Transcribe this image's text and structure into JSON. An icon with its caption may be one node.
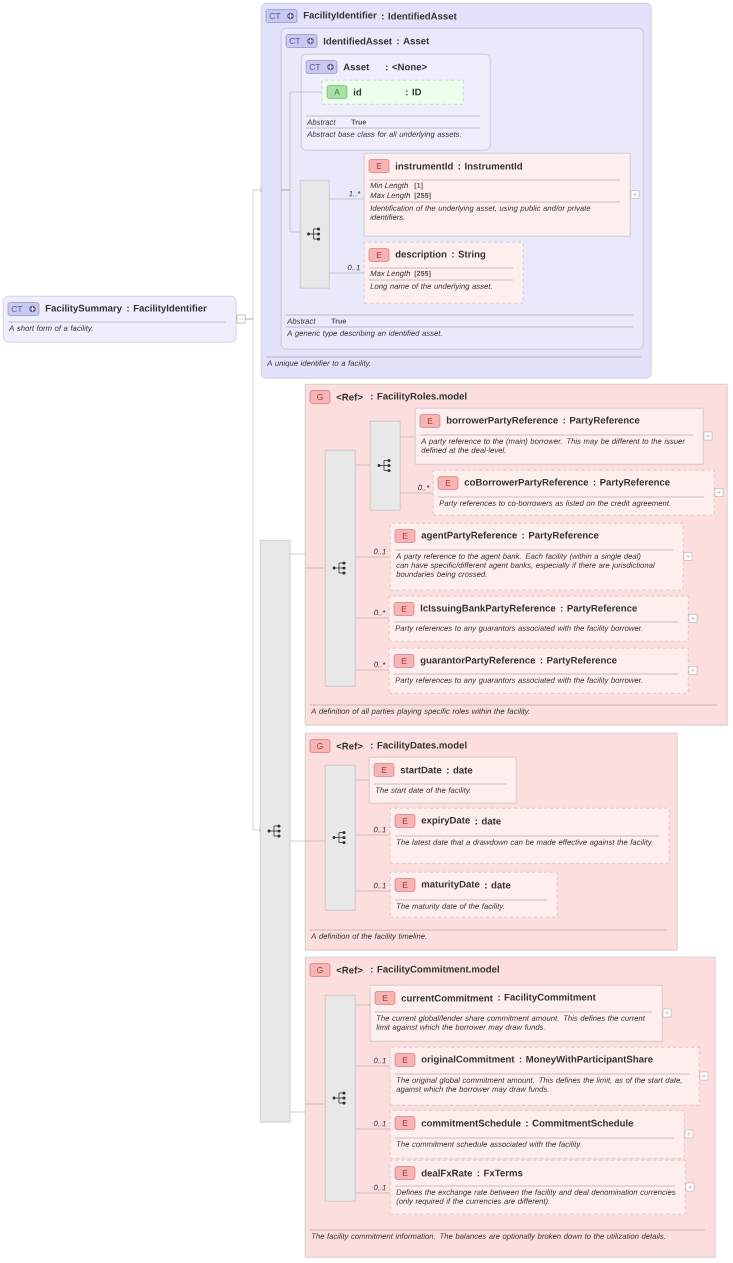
{
  "diagram": {
    "nodes": [
      {
        "text": [
          "CT",
          "FacilitySummary",
          ": FacilityIdentifier",
          "A short form of a facility."
        ]
      },
      {
        "text": [
          "CT",
          "FacilityIdentifier",
          ": IdentifiedAsset",
          "A unique identifier to a facility."
        ]
      },
      {
        "text": [
          "CT",
          "IdentifiedAsset",
          ": Asset",
          "Abstract",
          "True",
          "A generic type describing an identified asset."
        ],
        "in": 1
      },
      {
        "text": [
          "CT",
          "Asset",
          ": <None>",
          "Abstract",
          "True",
          "Abstract base class for all underlying assets."
        ],
        "in": 2
      },
      {
        "text": [
          "A",
          "id",
          ": ID"
        ],
        "in": 3
      },
      {
        "text": [],
        "shape": "box",
        "in": 2
      },
      {
        "text": [
          "E",
          "instrumentId",
          ": InstrumentId",
          "Min Length",
          "[1]",
          "Max Length",
          "[255]",
          "Identification of the underlying asset, using public and/or private identifiers."
        ],
        "in": 2
      },
      {
        "text": [
          "E",
          "description",
          ": String",
          "Max Length",
          "[255]",
          "Long name of the underlying asset."
        ],
        "in": 2
      },
      {
        "text": [],
        "shape": "box"
      },
      {
        "text": [
          "G",
          "<Ref>",
          ": FacilityRoles.model",
          "A definition of all parties playing specific roles within the facility."
        ]
      },
      {
        "text": [],
        "shape": "box",
        "in": 9
      },
      {
        "text": [],
        "shape": "box",
        "in": 9
      },
      {
        "text": [
          "E",
          "borrowerPartyReference",
          ": PartyReference",
          "A party reference to the (main) borrower. This may be different to the issuer defined at the deal-level."
        ],
        "in": 9
      },
      {
        "text": [
          "E",
          "coBorrowerPartyReference",
          ": PartyReference",
          "Party references to co-borrowers as listed on the credit agreement."
        ],
        "in": 9
      },
      {
        "text": [
          "E",
          "agentPartyReference",
          ": PartyReference",
          "A party reference to the agent bank. Each facility (within a single deal) can have specific/different agent banks, especially if there are jurisdictional boundaries being crossed."
        ],
        "in": 9
      },
      {
        "text": [
          "E",
          "lcIssuingBankPartyReference",
          ": PartyReference",
          "Party references to any guarantors associated with the facility borrower."
        ],
        "in": 9
      },
      {
        "text": [
          "E",
          "guarantorPartyReference",
          ": PartyReference",
          "Party references to any guarantors associated with the facility borrower."
        ],
        "in": 9
      },
      {
        "text": [
          "G",
          "<Ref>",
          ": FacilityDates.model",
          "A definition of the facility timeline."
        ]
      },
      {
        "text": [],
        "shape": "box",
        "in": 17
      },
      {
        "text": [
          "E",
          "startDate",
          ": date",
          "The start date of the facility."
        ],
        "in": 17
      },
      {
        "text": [
          "E",
          "expiryDate",
          ": date",
          "The latest date that a drawdown can be made effective against the facility."
        ],
        "in": 17
      },
      {
        "text": [
          "E",
          "maturityDate",
          ": date",
          "The maturity date of the facility."
        ],
        "in": 17
      },
      {
        "text": [
          "G",
          "<Ref>",
          ": FacilityCommitment.model",
          "The facility commitment information. The balances are optionally broken down to the utilization details."
        ]
      },
      {
        "text": [],
        "shape": "box",
        "in": 22
      },
      {
        "text": [
          "E",
          "currentCommitment",
          ": FacilityCommitment",
          "The current global/lender share commitment amount. This defines the current limit against which the borrower may draw funds."
        ],
        "in": 22
      },
      {
        "text": [
          "E",
          "originalCommitment",
          ": MoneyWithParticipantShare",
          "The original global commitment amount. This defines the limit, as of the start date, against which the borrower may draw funds."
        ],
        "in": 22
      },
      {
        "text": [
          "E",
          "commitmentSchedule",
          ": CommitmentSchedule",
          "The commitment schedule associated with the facility."
        ],
        "in": 22
      },
      {
        "text": [
          "E",
          "dealFxRate",
          ": FxTerms",
          "Defines the exchange rate between the facility and deal denomination currencies (only required if the currencies are different)."
        ],
        "in": 22
      }
    ],
    "edges": [
      {
        "from": 0,
        "to": 1,
        "arrow": "other"
      },
      {
        "from": 0,
        "to": 8,
        "arrow": "other"
      },
      {
        "from": 2,
        "to": 4,
        "arrow": "none"
      },
      {
        "from": 2,
        "to": 5,
        "arrow": "none"
      },
      {
        "from": 5,
        "to": 6,
        "arrow": "none",
        "label": "1..*"
      },
      {
        "from": 5,
        "to": 7,
        "arrow": "none",
        "label": "0..1"
      },
      {
        "from": 8,
        "to": 9,
        "arrow": "none"
      },
      {
        "from": 8,
        "to": 17,
        "arrow": "none"
      },
      {
        "from": 8,
        "to": 22,
        "arrow": "none"
      },
      {
        "from": 9,
        "to": 10,
        "arrow": "none"
      },
      {
        "from": 10,
        "to": 11,
        "arrow": "none"
      },
      {
        "from": 10,
        "to": 14,
        "arrow": "none",
        "label": "0..1"
      },
      {
        "from": 10,
        "to": 15,
        "arrow": "none",
        "label": "0..*"
      },
      {
        "from": 10,
        "to": 16,
        "arrow": "none",
        "label": "0..*"
      },
      {
        "from": 11,
        "to": 12,
        "arrow": "none"
      },
      {
        "from": 11,
        "to": 13,
        "arrow": "none",
        "label": "0..*"
      },
      {
        "from": 17,
        "to": 18,
        "arrow": "none"
      },
      {
        "from": 18,
        "to": 19,
        "arrow": "none"
      },
      {
        "from": 18,
        "to": 20,
        "arrow": "none",
        "label": "0..1"
      },
      {
        "from": 18,
        "to": 21,
        "arrow": "none",
        "label": "0..1"
      },
      {
        "from": 22,
        "to": 23,
        "arrow": "none"
      },
      {
        "from": 23,
        "to": 24,
        "arrow": "none"
      },
      {
        "from": 23,
        "to": 25,
        "arrow": "none",
        "label": "0..1"
      },
      {
        "from": 23,
        "to": 26,
        "arrow": "none",
        "label": "0..1"
      },
      {
        "from": 23,
        "to": 27,
        "arrow": "none",
        "label": "0..1"
      }
    ]
  }
}
